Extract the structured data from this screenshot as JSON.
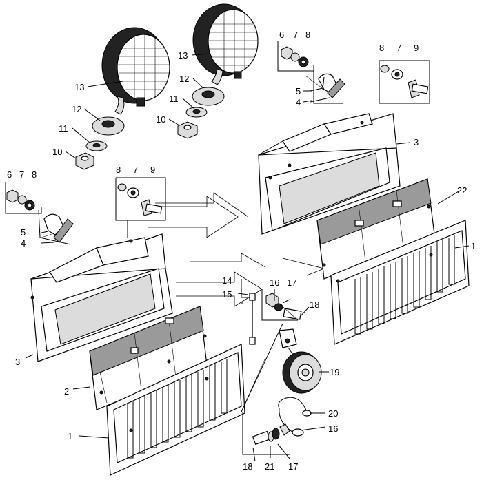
{
  "labels": {
    "l1a": "1",
    "l1b": "1",
    "l2": "2",
    "l3a": "3",
    "l3b": "3",
    "l4a": "4",
    "l4b": "4",
    "l5a": "5",
    "l5b": "5",
    "l6a": "6",
    "l6b": "6",
    "l7a": "7",
    "l7b": "7",
    "l7c": "7",
    "l7d": "7",
    "l8a": "8",
    "l8b": "8",
    "l8c": "8",
    "l8d": "8",
    "l9a": "9",
    "l9b": "9",
    "l10a": "10",
    "l10b": "10",
    "l11a": "11",
    "l11b": "11",
    "l12a": "12",
    "l12b": "12",
    "l13a": "13",
    "l13b": "13",
    "l14": "14",
    "l15": "15",
    "l16a": "16",
    "l16b": "16",
    "l17a": "17",
    "l17b": "17",
    "l18a": "18",
    "l18b": "18",
    "l19": "19",
    "l20": "20",
    "l21": "21",
    "l22": "22"
  }
}
